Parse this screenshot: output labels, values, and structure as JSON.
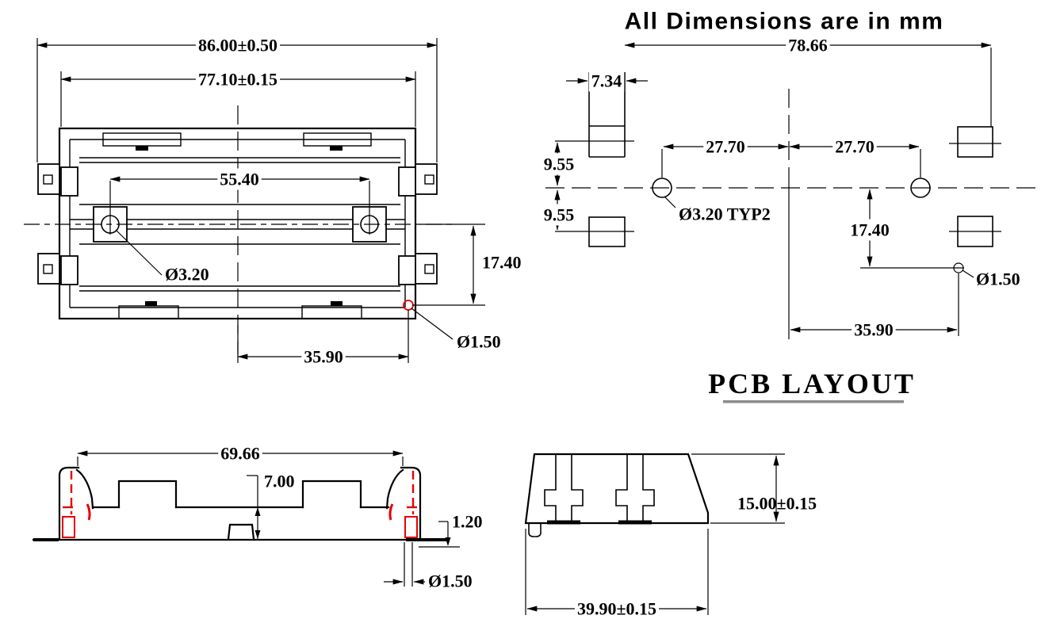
{
  "meta": {
    "title": "All Dimensions are in mm",
    "pcb_label": "PCB LAYOUT"
  },
  "colors": {
    "line": "#000000",
    "accent": "#e60000",
    "underline": "#8c8c8c"
  },
  "top_view": {
    "overall_width": "86.00±0.50",
    "flange_width": "77.10±0.15",
    "hole_spacing": "55.40",
    "hole_dia": "Ø3.20",
    "row_offset": "17.40",
    "pin_offset": "35.90",
    "pin_dia": "Ø1.50"
  },
  "pcb_view": {
    "overall": "78.66",
    "pad_width": "7.34",
    "pad_gap_top": "9.55",
    "pad_gap_bottom": "9.55",
    "hole_left": "27.70",
    "hole_right": "27.70",
    "hole_dia": "Ø3.20 TYP2",
    "pin_row": "17.40",
    "pin_offset": "35.90",
    "pin_dia": "Ø1.50"
  },
  "side_view": {
    "contact_span": "69.66",
    "cavity_depth": "7.00",
    "pin_protrusion": "1.20",
    "pin_dia": "Ø1.50"
  },
  "end_view": {
    "height": "15.00±0.15",
    "width": "39.90±0.15"
  }
}
